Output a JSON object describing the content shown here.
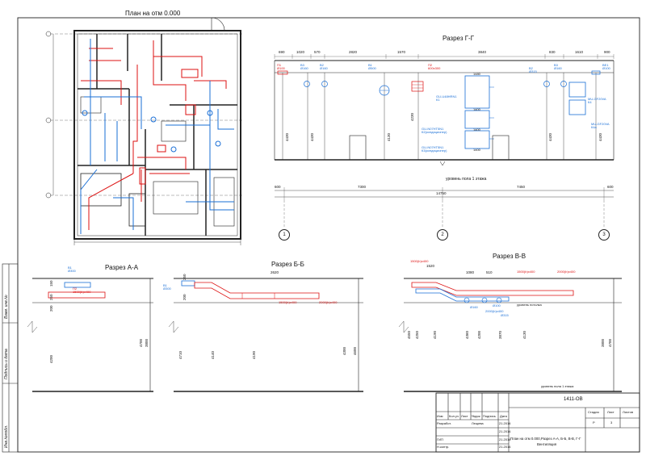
{
  "sheet": {
    "plan_title": "План на отм 0.000",
    "section_gg_title": "Разрез Г-Г",
    "section_aa_title": "Разрез А-А",
    "section_bb_title": "Разрез Б-Б",
    "section_vv_title": "Разрез В-В"
  },
  "section_gg": {
    "top_dims": [
      "690",
      "1020",
      "570",
      "2820",
      "1570",
      "3840",
      "830",
      "1610",
      "900"
    ],
    "bottom_dims": [
      "600",
      "7300",
      "7450",
      "600"
    ],
    "overall_dim": "14750",
    "axes": [
      "1",
      "2",
      "3"
    ],
    "level_label": "уровень пола 1 этажа",
    "heights": [
      "4430",
      "4430",
      "4130",
      "4230",
      "4430",
      "4430"
    ],
    "elements": [
      {
        "tag": "П1",
        "sub": "Ø100"
      },
      {
        "tag": "В3",
        "sub": "Ø160"
      },
      {
        "tag": "В2",
        "sub": "Ø160"
      },
      {
        "tag": "В1",
        "sub": "Ø500"
      },
      {
        "tag": "П2",
        "sub": "600x300"
      },
      {
        "tag": "В2",
        "sub": "Ø315"
      },
      {
        "tag": "В3",
        "sub": "Ø160"
      },
      {
        "tag": "ВЕ1",
        "sub": "Ø100"
      }
    ],
    "units": [
      {
        "name": "GU-U48HRN1",
        "qty": "К1"
      },
      {
        "name": "GU-N07HT5N1",
        "qty": "К2(кондиционер)"
      },
      {
        "name": "GU-N07HT5N1",
        "qty": "К3(кондиционер)"
      },
      {
        "name": "MU-GF20VA",
        "qty": "К4"
      },
      {
        "name": "MU-GF20VA",
        "qty": "К4а"
      }
    ],
    "unit_dims": [
      "1480",
      "1400",
      "1400",
      "1400"
    ]
  },
  "section_aa": {
    "tags": [
      {
        "tag": "В1",
        "sub": "Ø300"
      },
      {
        "tag": "П2",
        "sub": "1500(b)x400"
      }
    ],
    "dims": [
      "150",
      "250",
      "200"
    ],
    "heights": [
      "4200",
      "4700",
      "3800"
    ]
  },
  "section_bb": {
    "top_dim": "2620",
    "tags": [
      {
        "tag": "В1",
        "sub": "Ø300"
      },
      {
        "tag": "",
        "sub": "1500(b)x400"
      },
      {
        "tag": "",
        "sub": "2000(b)x400"
      }
    ],
    "dims": [
      "250",
      "200"
    ],
    "heights": [
      "4710",
      "4140",
      "4190",
      "4300",
      "4600"
    ]
  },
  "section_vv": {
    "top_dims": [
      "1520",
      "1080",
      "510"
    ],
    "tags": [
      {
        "tag": "",
        "sub": "1500(b)x400"
      },
      {
        "tag": "",
        "sub": "1500(b)x400"
      },
      {
        "tag": "",
        "sub": "2000(b)x400"
      },
      {
        "tag": "",
        "sub": "Ø160"
      },
      {
        "tag": "",
        "sub": "Ø100"
      },
      {
        "tag": "",
        "sub": "2000(b)x400"
      },
      {
        "tag": "",
        "sub": "Ø315"
      }
    ],
    "level_label": "уровень потолка",
    "level_label_2": "уровень пола 1 этажа",
    "heights": [
      "4550",
      "4250",
      "4190",
      "4360",
      "4200",
      "3870",
      "4130",
      "3800",
      "4700"
    ]
  },
  "stamp": {
    "code": "1411-ОВ",
    "header_cols": [
      "Изм",
      "Кол.уч",
      "Лист",
      "№док",
      "Подпись",
      "Дата"
    ],
    "rows": [
      {
        "role": "Разработ.",
        "name": "Лещева",
        "date": "21.2014"
      },
      {
        "role": "",
        "name": "",
        "date": "21.2014"
      },
      {
        "role": "ГИП",
        "name": "",
        "date": "21.2014"
      },
      {
        "role": "Н.контр.",
        "name": "",
        "date": "21.2014"
      }
    ],
    "stage_label": "Стадия",
    "sheet_label": "Лист",
    "sheets_label": "Листов",
    "stage": "Р",
    "sheet": "3",
    "description": "План на отм 0.000,Разрез А-А, Б-Б, В-В, Г-Г",
    "description_2": "Вентиляция"
  },
  "side_stamp": [
    "Взам. инв.№",
    "Подпись и дата",
    "Инв.№подл."
  ],
  "colors": {
    "supply": "#d11",
    "exhaust": "#1a6fd6",
    "line": "#222"
  }
}
